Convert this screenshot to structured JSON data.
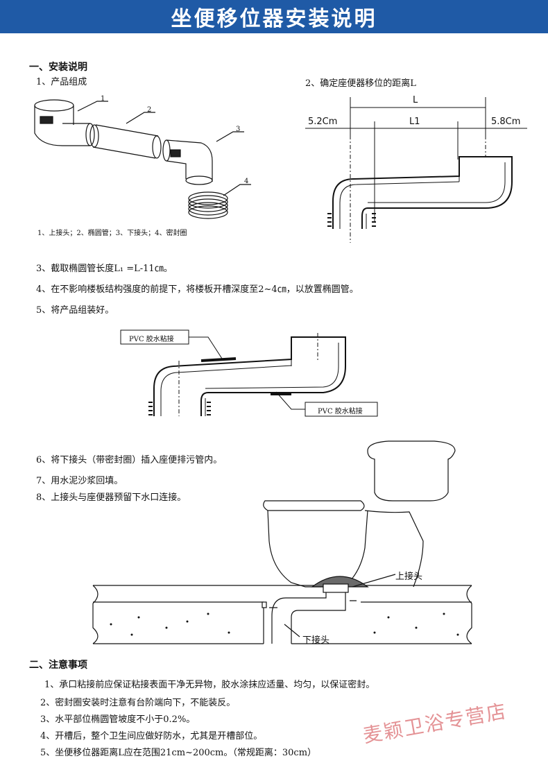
{
  "title": "坐便移位器安装说明",
  "section1": {
    "heading": "一、安装说明",
    "step1": "1、产品组成",
    "step2": "2、确定座便器移位的距离L",
    "parts_caption": "1、上接头；2、椭圆管；3、下接头；4、密封圈",
    "part_numbers": [
      "1",
      "2",
      "3",
      "4"
    ],
    "dims": {
      "L": "L",
      "L1": "L1",
      "left": "5.2Cm",
      "right": "5.8Cm"
    },
    "step3": "3、截取椭圆管长度L₁ =L-11㎝。",
    "step4": "4、在不影响楼板结构强度的前提下，将楼板开槽深度至2~4㎝，以放置椭圆管。",
    "step5": "5、将产品组装好。",
    "glue_label_top": "PVC 胶水粘接",
    "glue_label_bottom": "PVC 胶水粘接",
    "step6": "6、将下接头（带密封圈）插入座便排污管内。",
    "step7": "7、用水泥沙浆回填。",
    "step8": "8、上接头与座便器预留下水口连接。",
    "upper_joint": "上接头",
    "lower_joint": "下接头"
  },
  "section2": {
    "heading": "二、注意事项",
    "notes": [
      "1、承口粘接前应保证粘接表面干净无异物，胶水涂抹应适量、均匀，以保证密封。",
      "2、密封圈安装时注意有台阶端向下，不能装反。",
      "3、水平部位椭圆管坡度不小于0.2%。",
      "4、开槽后，整个卫生间应做好防水，尤其是开槽部位。",
      "5、坐便移位器距离L应在范围21cm~200cm。（常规距离：30cm）"
    ]
  },
  "watermark": "麦颖卫浴专营店",
  "colors": {
    "banner": "#1f5aa6",
    "watermark": "#e2878a"
  },
  "icons": [
    "upper-joint-icon",
    "elliptical-pipe-icon",
    "lower-joint-icon",
    "seal-ring-icon"
  ]
}
